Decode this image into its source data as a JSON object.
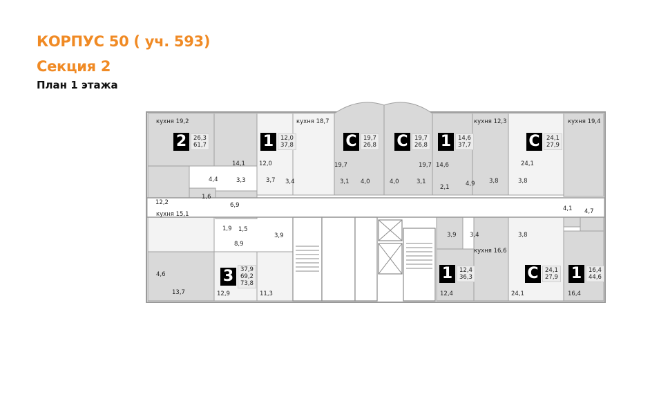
{
  "header": {
    "building": "КОРПУС 50 ( уч. 593)",
    "section": "Секция 2",
    "plan_title": "План 1 этажа"
  },
  "colors": {
    "accent": "#f08a24",
    "wall": "#9a9a9a",
    "room_gray": "#d9d9d9",
    "room_light": "#f0f0f0",
    "badge": "#000000"
  },
  "apartments": [
    {
      "type": "2",
      "areas": [
        "26,3",
        "61,7"
      ]
    },
    {
      "type": "1",
      "areas": [
        "12,0",
        "37,8"
      ]
    },
    {
      "type": "С",
      "areas": [
        "19,7",
        "26,8"
      ]
    },
    {
      "type": "С",
      "areas": [
        "19,7",
        "26,8"
      ]
    },
    {
      "type": "1",
      "areas": [
        "14,6",
        "37,7"
      ]
    },
    {
      "type": "С",
      "areas": [
        "24,1",
        "27,9"
      ]
    },
    {
      "type": "3",
      "areas": [
        "37,9",
        "69,2",
        "73,8"
      ]
    },
    {
      "type": "1",
      "areas": [
        "12,4",
        "36,3"
      ]
    },
    {
      "type": "С",
      "areas": [
        "24,1",
        "27,9"
      ]
    },
    {
      "type": "1",
      "areas": [
        "16,4",
        "44,6"
      ]
    }
  ],
  "rooms": {
    "kitchen_19_2": "кухня 19,2",
    "kitchen_18_7": "кухня 18,7",
    "kitchen_12_3": "кухня 12,3",
    "kitchen_19_4": "кухня 19,4",
    "kitchen_15_1": "кухня 15,1",
    "kitchen_16_6": "кухня 16,6",
    "r14_1": "14,1",
    "r4_4": "4,4",
    "r3_3": "3,3",
    "r12_0": "12,0",
    "r3_7": "3,7",
    "r3_4a": "3,4",
    "r1_6": "1,6",
    "r12_2": "12,2",
    "r6_9": "6,9",
    "r19_7a": "19,7",
    "r3_1a": "3,1",
    "r4_0a": "4,0",
    "r4_0b": "4,0",
    "r3_1b": "3,1",
    "r19_7b": "19,7",
    "r14_6": "14,6",
    "r2_1": "2,1",
    "r4_9": "4,9",
    "r3_8a": "3,8",
    "r3_8b": "3,8",
    "r24_1a": "24,1",
    "r4_1": "4,1",
    "r4_7": "4,7",
    "r1_9": "1,9",
    "r1_5": "1,5",
    "r8_9": "8,9",
    "r3_9a": "3,9",
    "r4_6": "4,6",
    "r13_7": "13,7",
    "r12_9": "12,9",
    "r11_3": "11,3",
    "r3_9b": "3,9",
    "r3_4b": "3,4",
    "r3_8c": "3,8",
    "r12_4": "12,4",
    "r24_1b": "24,1",
    "r16_4": "16,4"
  }
}
